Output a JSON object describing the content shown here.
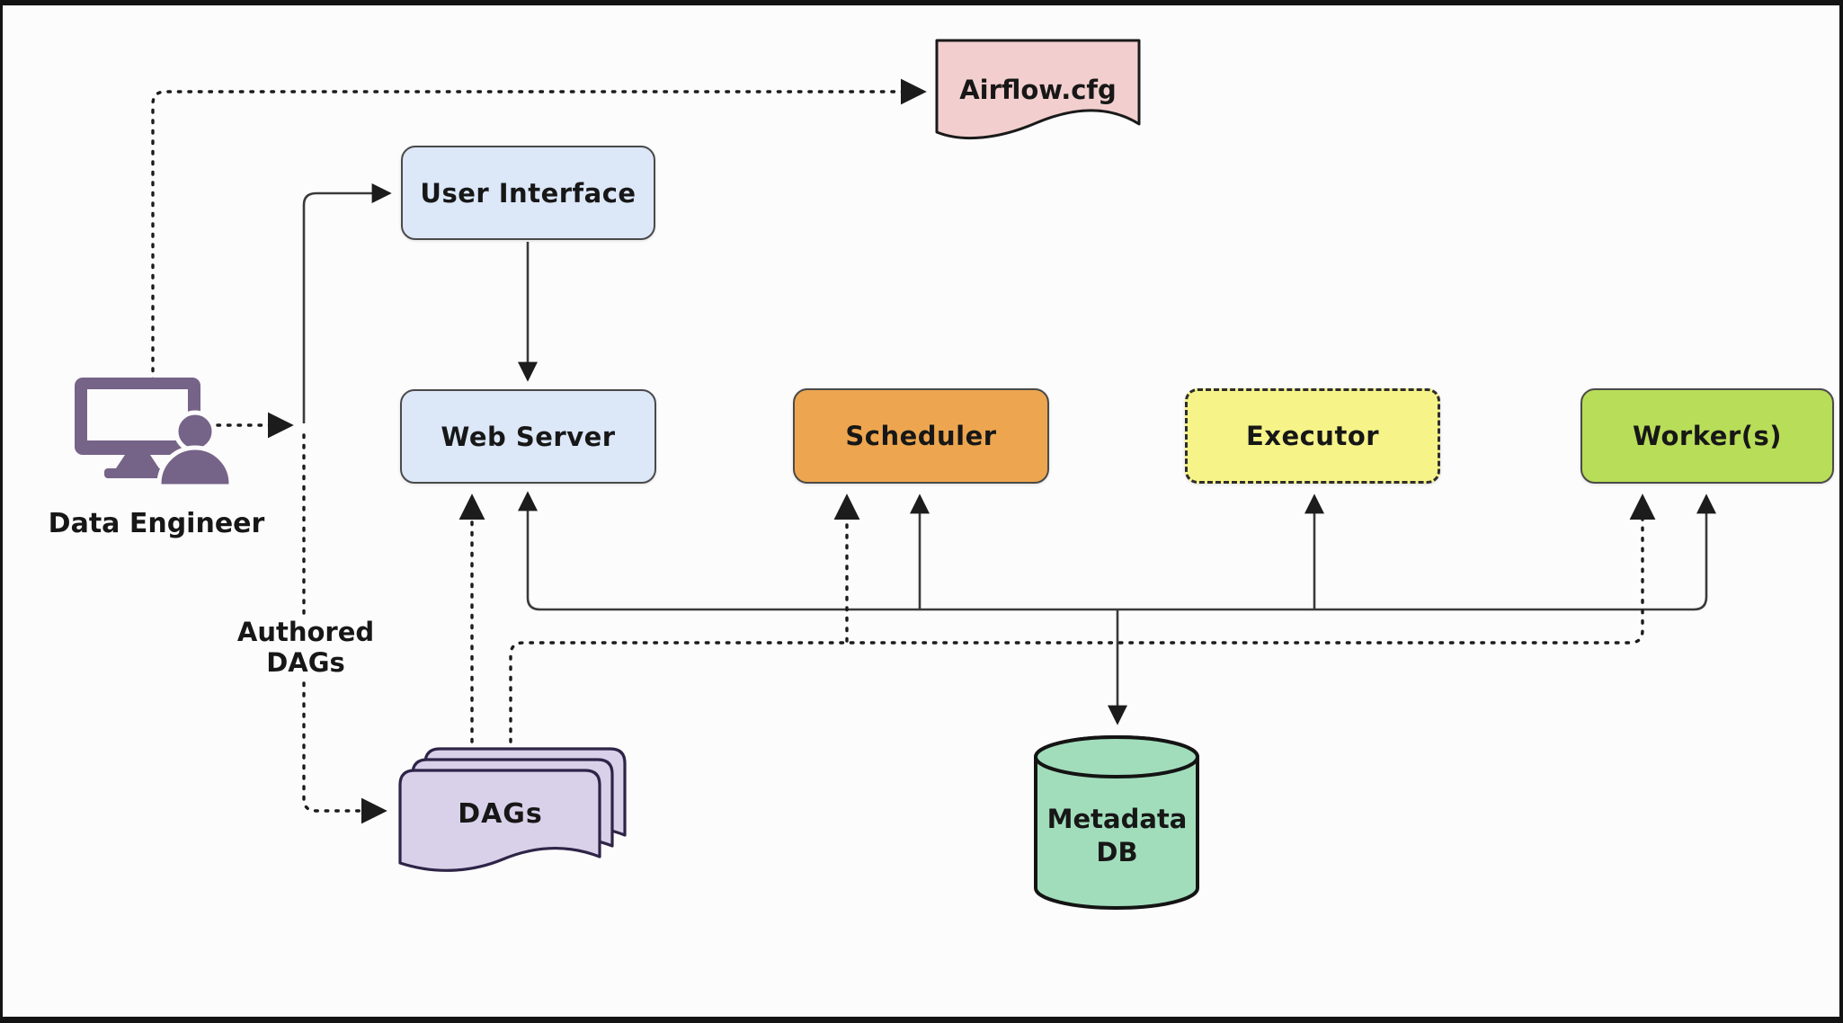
{
  "nodes": {
    "user_interface": {
      "label": "User Interface",
      "fill": "#dce7f8"
    },
    "web_server": {
      "label": "Web Server",
      "fill": "#dce7f8"
    },
    "scheduler": {
      "label": "Scheduler",
      "fill": "#eda64f"
    },
    "executor": {
      "label": "Executor",
      "fill": "#f6f388"
    },
    "workers": {
      "label": "Worker(s)",
      "fill": "#b8dd58"
    },
    "airflow_cfg": {
      "label": "Airflow.cfg",
      "fill": "#f2cfce"
    },
    "dags": {
      "label": "DAGs",
      "fill": "#d9d1e9"
    },
    "metadata_db": {
      "label_line1": "Metadata",
      "label_line2": "DB",
      "fill": "#a2ddbb"
    }
  },
  "actor": {
    "label": "Data Engineer",
    "color": "#766388"
  },
  "annotations": {
    "authored_line1": "Authored",
    "authored_line2": "DAGs"
  },
  "edges": [
    {
      "from": "data_engineer",
      "to": "airflow_cfg",
      "style": "dotted"
    },
    {
      "from": "data_engineer",
      "to": "user_interface",
      "style": "solid"
    },
    {
      "from": "data_engineer",
      "to": "dags",
      "style": "dotted",
      "label": "Authored DAGs"
    },
    {
      "from": "user_interface",
      "to": "web_server",
      "style": "solid"
    },
    {
      "from": "dags",
      "to": "web_server",
      "style": "dotted"
    },
    {
      "from": "dags",
      "to": "scheduler",
      "style": "dotted"
    },
    {
      "from": "dags",
      "to": "workers",
      "style": "dotted"
    },
    {
      "from": "metadata_bus",
      "to": "web_server",
      "style": "solid"
    },
    {
      "from": "metadata_bus",
      "to": "scheduler",
      "style": "solid"
    },
    {
      "from": "metadata_bus",
      "to": "executor",
      "style": "solid"
    },
    {
      "from": "metadata_bus",
      "to": "workers",
      "style": "solid"
    },
    {
      "from": "metadata_bus",
      "to": "metadata_db",
      "style": "solid"
    }
  ],
  "style": {
    "solid_line": "#3a3a3a",
    "dotted_line": "#1c1c1c",
    "arrowhead": "#1c1c1c"
  }
}
